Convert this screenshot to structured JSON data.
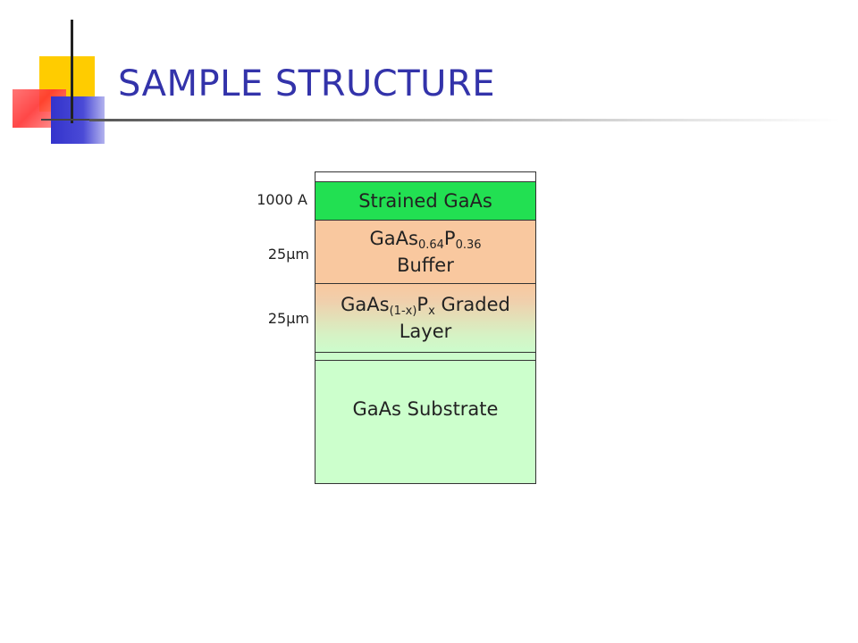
{
  "slide": {
    "title": "SAMPLE STRUCTURE"
  },
  "layers": {
    "strained": {
      "label": "Strained GaAs",
      "thickness": "1000 A"
    },
    "buffer": {
      "base": "GaAs",
      "sub1": "0.64",
      "elem2": "P",
      "sub2": "0.36",
      "line2": "Buffer",
      "thickness": "25μm"
    },
    "graded": {
      "base": "GaAs",
      "sub1": "(1-x)",
      "elem2": "P",
      "sub2": "x",
      "rest": " Graded",
      "line2": "Layer",
      "thickness": "25μm"
    },
    "substrate": {
      "label": "GaAs Substrate"
    }
  },
  "colors": {
    "title": "#3333aa",
    "strained": "#22e052",
    "buffer": "#f9c89f",
    "graded_top": "#f9c89f",
    "graded_bottom": "#ccfccc",
    "substrate": "#ccffcc"
  }
}
